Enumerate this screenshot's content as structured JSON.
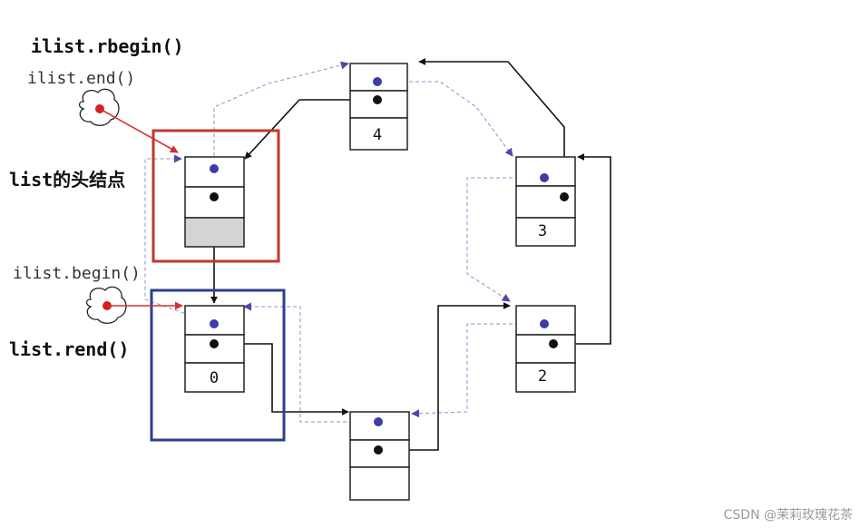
{
  "labels": {
    "rbegin": "ilist.rbegin()",
    "end": "ilist.end()",
    "head": "list的头结点",
    "begin": "ilist.begin()",
    "rend": "list.rend()"
  },
  "nodes": [
    {
      "id": "head",
      "value": ""
    },
    {
      "id": "n0",
      "value": "0"
    },
    {
      "id": "n4",
      "value": "4"
    },
    {
      "id": "n3",
      "value": "3"
    },
    {
      "id": "n2",
      "value": "2"
    },
    {
      "id": "n1",
      "value": ""
    }
  ],
  "highlight_colors": {
    "head_frame": "#c0392b",
    "begin_frame": "#2c3e8f",
    "iterator_arrow": "#d23232",
    "next_pointer": "#111111",
    "prev_pointer": "#8f8fc9"
  },
  "watermark": "CSDN @茉莉玫瑰花茶"
}
